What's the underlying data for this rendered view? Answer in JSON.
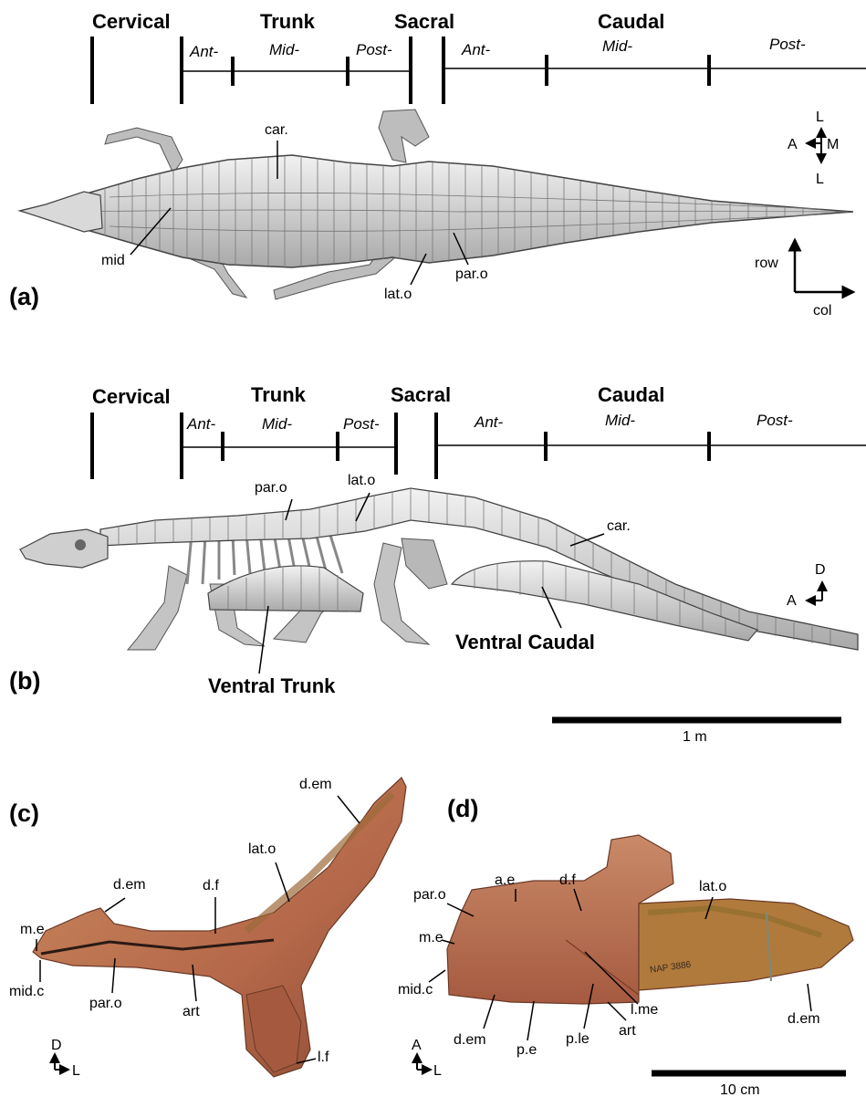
{
  "panel_a": {
    "label": "(a)",
    "regions": {
      "cervical": "Cervical",
      "trunk": "Trunk",
      "sacral": "Sacral",
      "caudal": "Caudal"
    },
    "trunk_subs": [
      "Ant-",
      "Mid-",
      "Post-"
    ],
    "caudal_subs": [
      "Ant-",
      "Mid-",
      "Post-"
    ],
    "annotations": {
      "car": "car.",
      "mid": "mid",
      "lat_o": "lat.o",
      "par_o": "par.o"
    },
    "orientation": {
      "L_top": "L",
      "A": "A",
      "M": "M",
      "L_bottom": "L",
      "row": "row",
      "col": "col"
    }
  },
  "panel_b": {
    "label": "(b)",
    "regions": {
      "cervical": "Cervical",
      "trunk": "Trunk",
      "sacral": "Sacral",
      "caudal": "Caudal"
    },
    "trunk_subs": [
      "Ant-",
      "Mid-",
      "Post-"
    ],
    "caudal_subs": [
      "Ant-",
      "Mid-",
      "Post-"
    ],
    "annotations": {
      "par_o": "par.o",
      "lat_o": "lat.o",
      "car": "car.",
      "ventral_trunk": "Ventral Trunk",
      "ventral_caudal": "Ventral Caudal"
    },
    "orientation": {
      "D": "D",
      "A": "A"
    },
    "scale_label": "1 m"
  },
  "panel_c": {
    "label": "(c)",
    "annotations": {
      "d_em_top": "d.em",
      "lat_o": "lat.o",
      "d_em": "d.em",
      "d_f": "d.f",
      "m_e": "m.e",
      "mid_c": "mid.c",
      "par_o": "par.o",
      "art": "art",
      "l_f": "l.f"
    },
    "orientation": {
      "D": "D",
      "L": "L"
    }
  },
  "panel_d": {
    "label": "(d)",
    "annotations": {
      "a_e": "a.e",
      "d_f": "d.f",
      "par_o": "par.o",
      "lat_o": "lat.o",
      "m_e": "m.e",
      "mid_c": "mid.c",
      "l_me": "l.me",
      "d_em_right": "d.em",
      "d_em": "d.em",
      "p_e": "p.e",
      "p_le": "p.le",
      "art": "art",
      "specimen_text": "NAP 3886"
    },
    "orientation": {
      "A": "A",
      "L": "L"
    },
    "scale_label": "10 cm"
  },
  "colors": {
    "skeleton": "#c9c9c9",
    "osteoderm": "#e6e6e6",
    "fossil": "#b5684a",
    "fossil_dark": "#8c4a33",
    "fossil_light": "#c98a5e"
  }
}
